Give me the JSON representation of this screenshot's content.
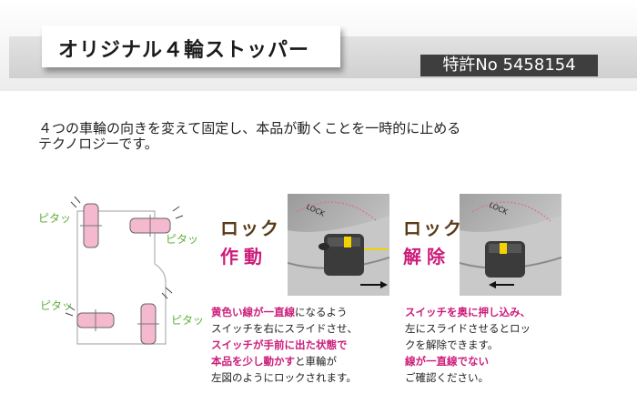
{
  "header": {
    "title": "オリジナル４輪ストッパー",
    "patent": "特許No 5458154"
  },
  "description": [
    "４つの車輪の向きを変えて固定し、本品が動くことを一時的に止める",
    "テクノロジーです。"
  ],
  "diagram": {
    "pitatsu_label": "ピタッ"
  },
  "lock_on": {
    "heading_line1": "ロック",
    "heading_line2": "作動",
    "lock_label": "LOCK",
    "caption": [
      {
        "pink": "黄色い線が一直線",
        "normal": "になるよう"
      },
      {
        "pink": "",
        "normal": "スイッチを右にスライドさせ、"
      },
      {
        "pink": "スイッチが手前に出た状態で",
        "normal": ""
      },
      {
        "pink": "本品を少し動かす",
        "normal": "と車輪が"
      },
      {
        "pink": "",
        "normal": "左図のようにロックされます。"
      }
    ]
  },
  "lock_off": {
    "heading_line1": "ロック",
    "heading_line2": "解除",
    "lock_label": "LOCK",
    "caption": [
      {
        "pink": "スイッチを奥に押し込み、",
        "normal": ""
      },
      {
        "pink": "",
        "normal": "左にスライドさせるとロッ"
      },
      {
        "pink": "",
        "normal": "クを解除できます。"
      },
      {
        "pink": "線が一直線でない",
        "normal": ""
      },
      {
        "pink": "",
        "normal": "ご確認ください。"
      }
    ]
  },
  "colors": {
    "pink": "#cc1d7a",
    "green_label": "#5fae3c",
    "wheel_pink": "#f4b9cf",
    "brown": "#5a3a16",
    "yellow": "#f2d300"
  }
}
